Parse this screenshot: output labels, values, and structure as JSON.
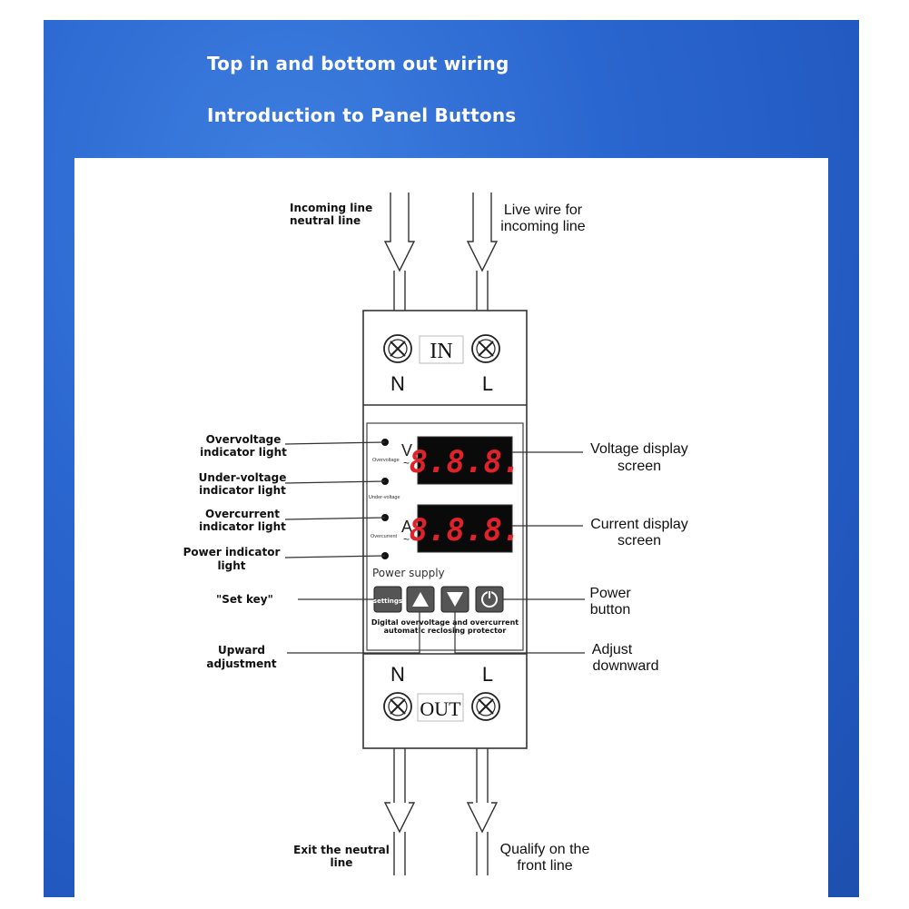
{
  "header": {
    "title_1": "Top in and bottom out wiring",
    "title_2": "Introduction to Panel Buttons"
  },
  "device": {
    "top_terminal_label": "IN",
    "bottom_terminal_label": "OUT",
    "terminal_n": "N",
    "terminal_l": "L",
    "unit_voltage": "V",
    "unit_current": "A",
    "ac_symbol": "~",
    "digits": "8.8.8.",
    "small_overvoltage": "Overvoltage",
    "small_undervoltage": "Under-voltage",
    "small_overcurrent": "Overcurrent",
    "power_supply": "Power supply",
    "settings_key": "settings",
    "caption_line1": "Digital overvoltage and overcurrent",
    "caption_line2": "automatic reclosing protector"
  },
  "labels": {
    "incoming_neutral_1": "Incoming line",
    "incoming_neutral_2": "neutral line",
    "live_incoming_1": "Live wire for",
    "live_incoming_2": "incoming line",
    "overvoltage_1": "Overvoltage",
    "overvoltage_2": "indicator light",
    "undervoltage_1": "Under-voltage",
    "undervoltage_2": "indicator light",
    "overcurrent_1": "Overcurrent",
    "overcurrent_2": "indicator light",
    "power_ind_1": "Power indicator",
    "power_ind_2": "light",
    "set_key": "\"Set key\"",
    "upward_1": "Upward",
    "upward_2": "adjustment",
    "voltage_disp_1": "Voltage display",
    "voltage_disp_2": "screen",
    "current_disp_1": "Current display",
    "current_disp_2": "screen",
    "power_btn_1": "Power",
    "power_btn_2": "button",
    "adjust_down_1": "Adjust",
    "adjust_down_2": "downward",
    "exit_neutral_1": "Exit the neutral",
    "exit_neutral_2": "line",
    "qualify_front_1": "Qualify on the",
    "qualify_front_2": "front line"
  },
  "colors": {
    "frame_blue": "#2a66cf",
    "display_red": "#e0222a",
    "display_bg": "#0a0a0a"
  }
}
